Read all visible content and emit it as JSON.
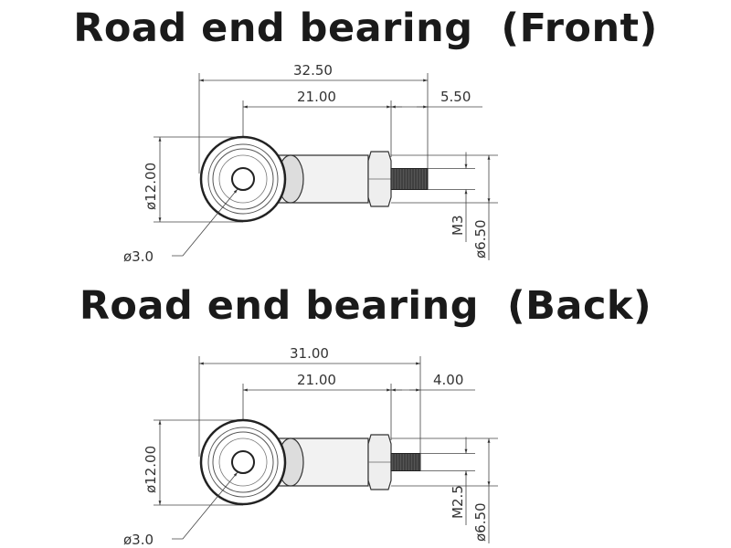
{
  "front": {
    "title": "Road end bearing  (Front)",
    "overall_length": "32.50",
    "center_to_nut": "21.00",
    "thread_length": "5.50",
    "eye_diameter": "ø12.00",
    "hole_diameter": "ø3.0",
    "thread_size": "M3",
    "shank_diameter": "ø6.50"
  },
  "back": {
    "title": "Road end bearing  (Back)",
    "overall_length": "31.00",
    "center_to_nut": "21.00",
    "thread_length": "4.00",
    "eye_diameter": "ø12.00",
    "hole_diameter": "ø3.0",
    "thread_size": "M2.5",
    "shank_diameter": "ø6.50"
  }
}
